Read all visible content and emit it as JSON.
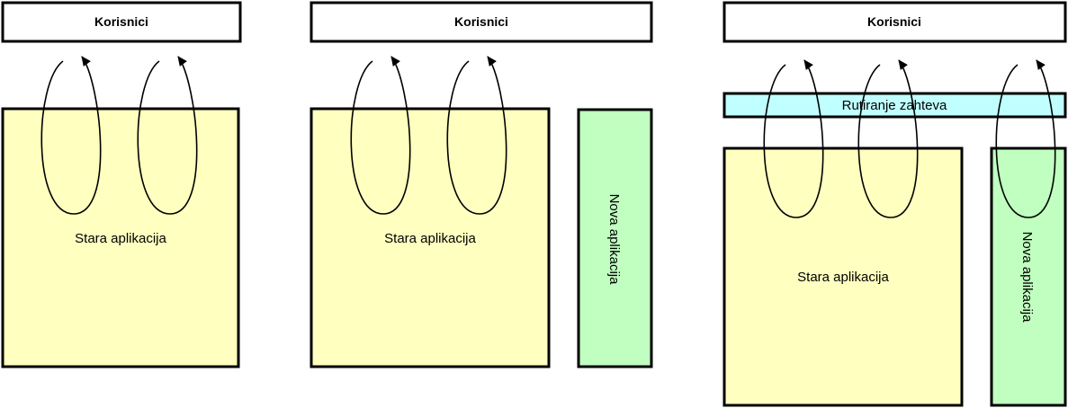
{
  "colors": {
    "old_app_fill": "#FFFFC0",
    "new_app_fill": "#C0FFC0",
    "routing_fill": "#C0FFFF",
    "users_fill": "#FFFFFF",
    "stroke": "#000000"
  },
  "panels": [
    {
      "users_label": "Korisnici",
      "old_app_label": "Stara aplikacija"
    },
    {
      "users_label": "Korisnici",
      "old_app_label": "Stara aplikacija",
      "new_app_label": "Nova aplikacija"
    },
    {
      "users_label": "Korisnici",
      "routing_label": "Rutiranje zahteva",
      "old_app_label": "Stara aplikacija",
      "new_app_label": "Nova aplikacija"
    }
  ]
}
